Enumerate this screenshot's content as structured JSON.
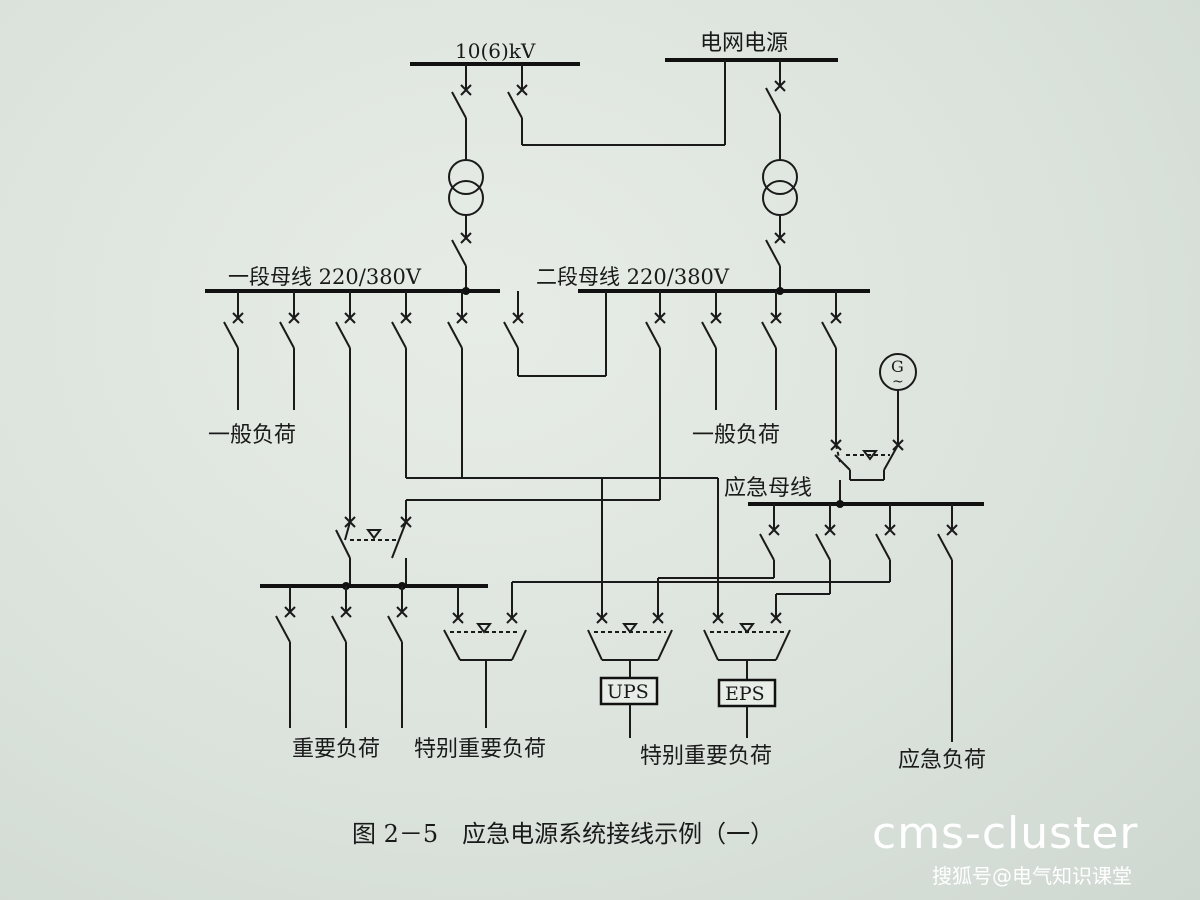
{
  "labels": {
    "source_hv": "10(6)kV",
    "source_grid": "电网电源",
    "bus1": "一段母线 220/380V",
    "bus2": "二段母线 220/380V",
    "general_load_1": "一般负荷",
    "general_load_2": "一般负荷",
    "emergency_bus": "应急母线",
    "generator": "G",
    "generator_sub": "~",
    "ups": "UPS",
    "eps": "EPS",
    "important_load": "重要负荷",
    "special_load_1": "特别重要负荷",
    "special_load_2": "特别重要负荷",
    "emergency_load": "应急负荷",
    "caption": "图 2－5　应急电源系统接线示例（一）"
  },
  "watermark": {
    "line1": "cms-cluster",
    "line2": "搜狐号@电气知识课堂"
  },
  "colors": {
    "ink": "#1a1a1a",
    "paper": "#dfe6e0",
    "watermark": "#ffffff"
  }
}
